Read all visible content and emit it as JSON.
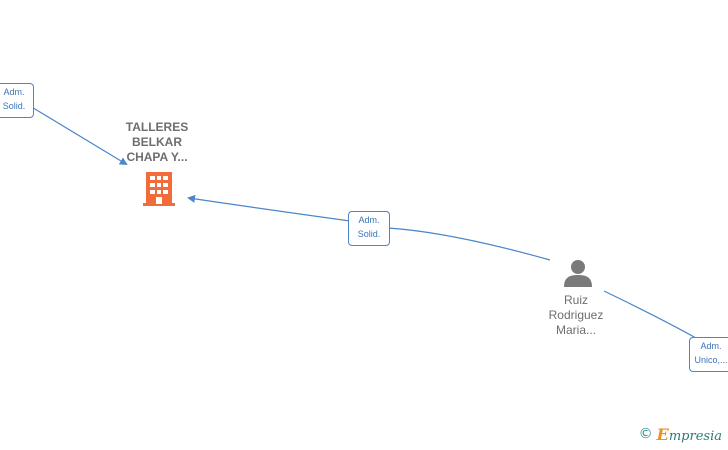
{
  "company": {
    "name_lines": [
      "TALLERES",
      "BELKAR",
      "CHAPA Y..."
    ],
    "icon": "building-icon",
    "color": "#f26b3a"
  },
  "person": {
    "name_lines": [
      "Ruiz",
      "Rodriguez",
      "Maria..."
    ],
    "icon": "person-icon",
    "color": "#7a7a7a"
  },
  "relations": [
    {
      "label_lines": [
        "Adm.",
        "Solid."
      ]
    },
    {
      "label_lines": [
        "Adm.",
        "Solid."
      ]
    },
    {
      "label_lines": [
        "Adm.",
        "Unico,..."
      ]
    }
  ],
  "colors": {
    "edge": "#4a86c8",
    "badge_text": "#3a74b8"
  },
  "watermark": {
    "symbol": "©",
    "brand_initial": "E",
    "brand_rest": "mpresia"
  }
}
